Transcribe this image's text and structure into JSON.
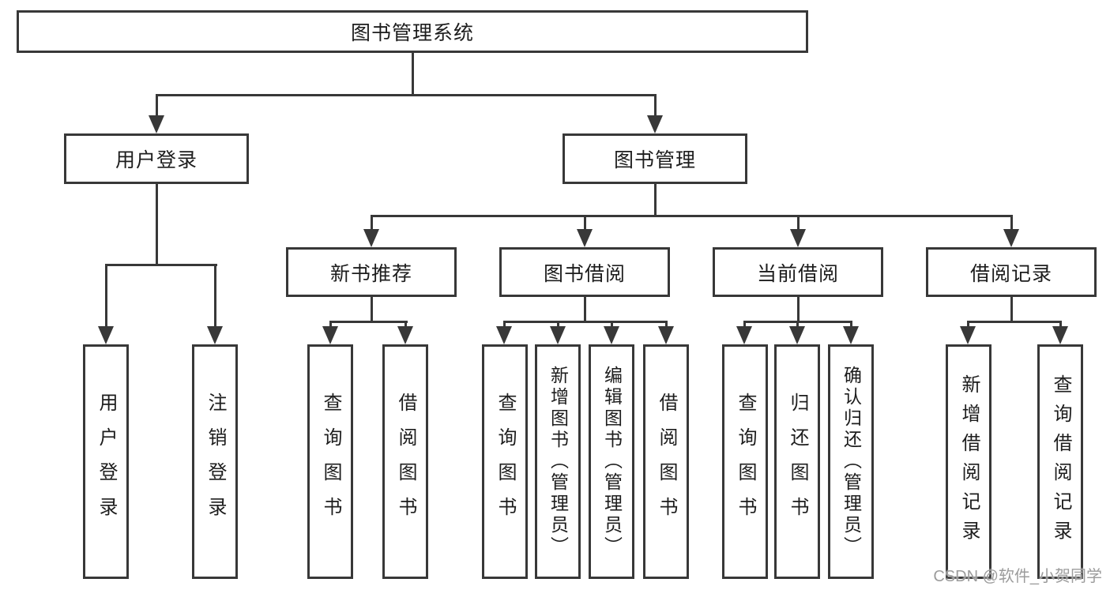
{
  "title": "图书管理系统",
  "level2": [
    {
      "label": "用户登录"
    },
    {
      "label": "图书管理"
    }
  ],
  "level3": [
    {
      "label": "新书推荐"
    },
    {
      "label": "图书借阅"
    },
    {
      "label": "当前借阅"
    },
    {
      "label": "借阅记录"
    }
  ],
  "level4": {
    "user": [
      "用户登录",
      "注销登录"
    ],
    "recommend": [
      "查询图书",
      "借阅图书"
    ],
    "borrow": [
      "查询图书",
      "新增图书（管理员）",
      "编辑图书（管理员）",
      "借阅图书"
    ],
    "current": [
      "查询图书",
      "归还图书",
      "确认归还（管理员）"
    ],
    "records": [
      "新增借阅记录",
      "查询借阅记录"
    ]
  },
  "watermark": "CSDN @软件_小贺同学",
  "colors": {
    "line": "#383838",
    "text": "#1d1d1d",
    "watermark": "#9c9c9c",
    "background": "#ffffff"
  }
}
